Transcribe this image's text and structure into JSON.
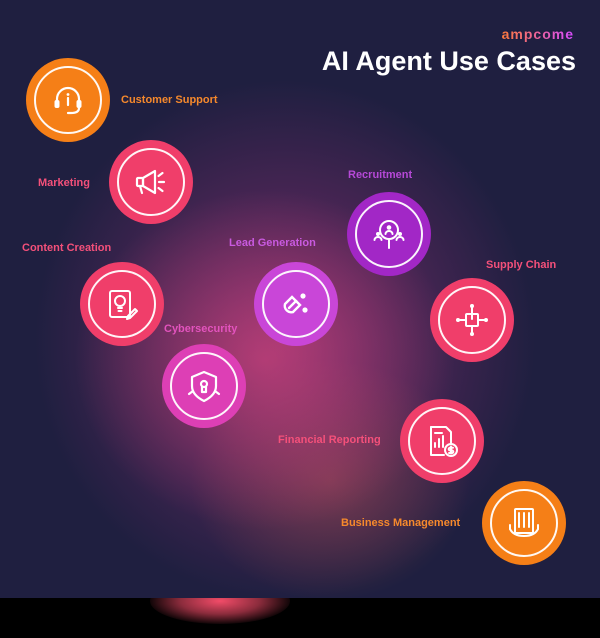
{
  "brand": "ampcome",
  "title": "AI Agent Use Cases",
  "use_cases": [
    {
      "label": "Customer Support",
      "icon": "headset-icon",
      "color": "#f57f17"
    },
    {
      "label": "Marketing",
      "icon": "megaphone-icon",
      "color": "#f03e6a"
    },
    {
      "label": "Content Creation",
      "icon": "idea-document-icon",
      "color": "#f03e6a"
    },
    {
      "label": "Lead Generation",
      "icon": "magnet-icon",
      "color": "#c946d8"
    },
    {
      "label": "Recruitment",
      "icon": "candidate-search-icon",
      "color": "#a227c6"
    },
    {
      "label": "Cybersecurity",
      "icon": "shield-lock-icon",
      "color": "#dd3fb5"
    },
    {
      "label": "Supply Chain",
      "icon": "network-box-icon",
      "color": "#f03e6a"
    },
    {
      "label": "Financial Reporting",
      "icon": "financial-report-icon",
      "color": "#f03e6a"
    },
    {
      "label": "Business Management",
      "icon": "office-building-icon",
      "color": "#f57f17"
    }
  ]
}
